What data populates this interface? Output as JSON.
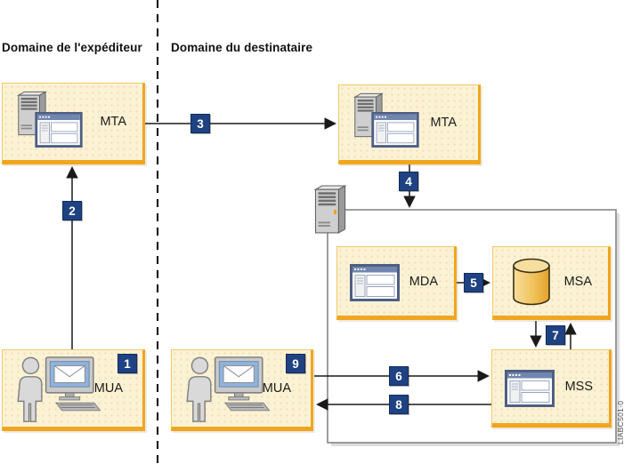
{
  "titles": {
    "sender_domain": "Domaine de l'expéditeur",
    "recipient_domain": "Domaine du destinataire"
  },
  "nodes": {
    "mta_sender": {
      "label": "MTA",
      "icon": "server-tower-and-window-icon"
    },
    "mta_recipient": {
      "label": "MTA",
      "icon": "server-tower-and-window-icon"
    },
    "mda": {
      "label": "MDA",
      "icon": "application-window-icon"
    },
    "msa": {
      "label": "MSA",
      "icon": "database-cylinder-icon"
    },
    "mss": {
      "label": "MSS",
      "icon": "application-window-icon"
    },
    "mua_sender": {
      "label": "MUA",
      "icon": "user-at-computer-icon"
    },
    "mua_recipient": {
      "label": "MUA",
      "icon": "user-at-computer-icon"
    },
    "gateway_server": {
      "icon": "server-tower-icon"
    }
  },
  "steps": {
    "s1": "1",
    "s2": "2",
    "s3": "3",
    "s4": "4",
    "s5": "5",
    "s6": "6",
    "s7": "7",
    "s8": "8",
    "s9": "9"
  },
  "footer_code": "LIABC501-0",
  "colors": {
    "node_fill": "#FBF2D6",
    "node_border_light": "#F2C869",
    "node_border_accent": "#F0A61F",
    "badge_background": "#1E4282",
    "badge_border": "#142D5E",
    "badge_text": "#FFFFFF",
    "connector": "#1A1A1A",
    "container_border": "#7E7E7E",
    "screen_blue": "#8FB3DC",
    "cylinder_gold": "#EFBE4F"
  }
}
